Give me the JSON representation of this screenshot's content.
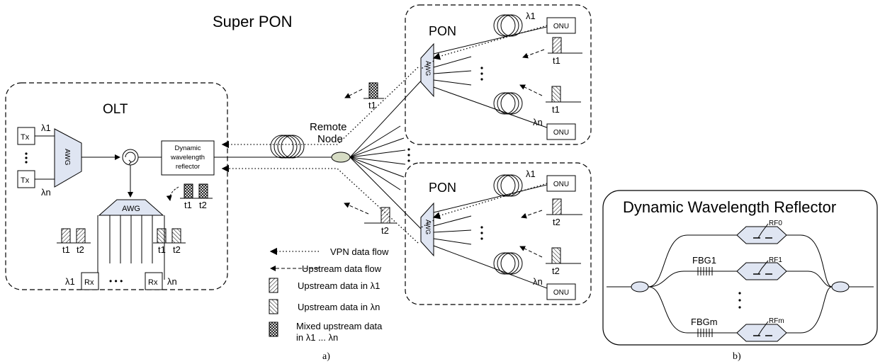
{
  "super_pon": {
    "title": "Super PON"
  },
  "olt": {
    "title": "OLT",
    "tx_label": "Tx",
    "rx_label": "Rx",
    "awg_label": "AWG",
    "lambda_1": "λ1",
    "lambda_n": "λn",
    "dots": "• • •",
    "dwr_line1": "Dynamic",
    "dwr_line2": "wavelength",
    "dwr_line3": "reflector",
    "t1": "t1",
    "t2": "t2"
  },
  "remote_node": {
    "line1": "Remote",
    "line2": "Node"
  },
  "pon_top": {
    "title": "PON",
    "awg_label": "AWG",
    "onu_label": "ONU",
    "lambda_1": "λ1",
    "lambda_n": "λn",
    "t1": "t1",
    "t1b": "t1"
  },
  "pon_bottom": {
    "title": "PON",
    "awg_label": "AWG",
    "onu_label": "ONU",
    "lambda_1": "λ1",
    "lambda_n": "λn",
    "t2": "t2",
    "t2b": "t2"
  },
  "feeder": {
    "t1": "t1",
    "t2": "t2"
  },
  "legend": {
    "vpn": "VPN data flow",
    "upstream": "Upstream data flow",
    "data_l1": "Upstream data in λ1",
    "data_ln": "Upstream data in λn",
    "mixed_line1": "Mixed upstream data",
    "mixed_line2": "in λ1 ... λn"
  },
  "dwr_panel": {
    "title": "Dynamic Wavelength Reflector",
    "rf0": "RF0",
    "rf1": "RF1",
    "rfm": "RFm",
    "fbg1": "FBG1",
    "fbgm": "FBGm"
  },
  "captions": {
    "a": "a)",
    "b": "b)"
  },
  "colors": {
    "component_fill": "#dfe5f2",
    "node_fill": "#d6dcc4",
    "line": "#000000"
  }
}
